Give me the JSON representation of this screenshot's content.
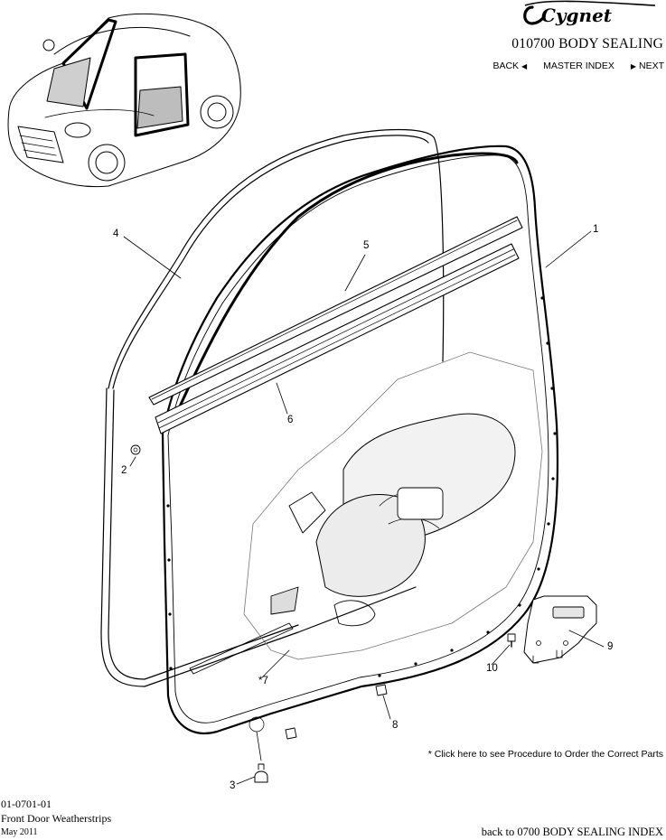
{
  "header": {
    "brand": "Cygnet",
    "section_title": "010700 BODY SEALING",
    "nav": {
      "back_label": "BACK",
      "master_index_label": "MASTER INDEX",
      "next_label": "NEXT"
    }
  },
  "callouts": [
    "1",
    "2",
    "3",
    "4",
    "5",
    "6",
    "*7",
    "8",
    "9",
    "10"
  ],
  "note": "* Click here to see Procedure to Order the Correct Parts",
  "footer": {
    "figure_code": "01-0701-01",
    "figure_title": "Front Door Weatherstrips",
    "date": "May 2011",
    "back_to_index": "back to 0700 BODY SEALING INDEX"
  },
  "icons": {
    "back": "triangle-left-icon",
    "next": "triangle-right-icon"
  }
}
